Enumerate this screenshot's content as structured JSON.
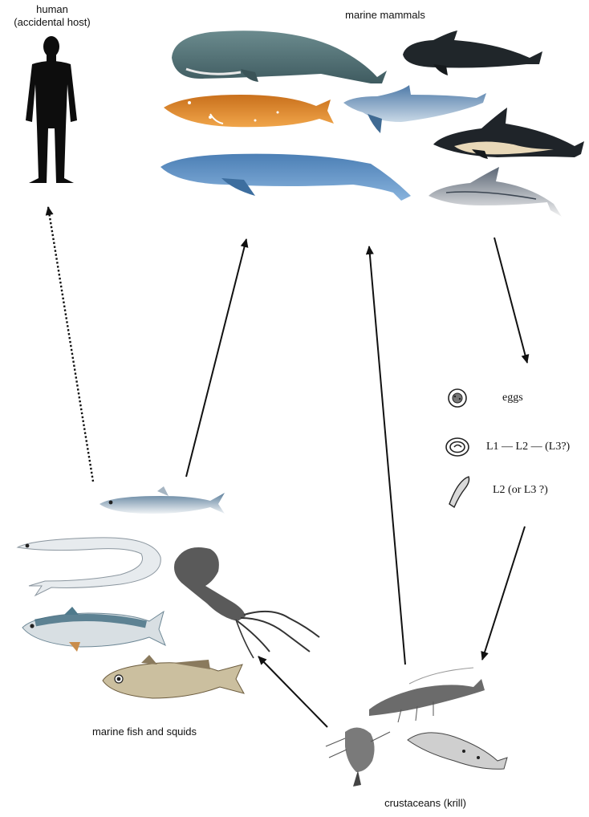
{
  "labels": {
    "human_line1": "human",
    "human_line2": "(accidental host)",
    "marine_mammals": "marine mammals",
    "fish_squids": "marine fish and squids",
    "crustaceans": "crustaceans (krill)"
  },
  "stages": {
    "eggs": "eggs",
    "larvae": "L1 — L2 — (L3?)",
    "l2": "L2 (or L3 ?)"
  },
  "colors": {
    "arrow": "#111111",
    "sperm_whale": "#4e6f73",
    "pilot_whale": "#22282c",
    "orange_whale": "#d9852a",
    "dolphin_blue": "#5f88b4",
    "blue_whale": "#5b8fc2",
    "common_dolphin": "#1f2429",
    "striped_dolphin": "#6d7a89",
    "fish_silver": "#b9c8d6",
    "mackerel": "#4f7a8c",
    "horse_mackerel": "#8a7a5d",
    "squid": "#4a4a4a",
    "krill": "#555555"
  }
}
